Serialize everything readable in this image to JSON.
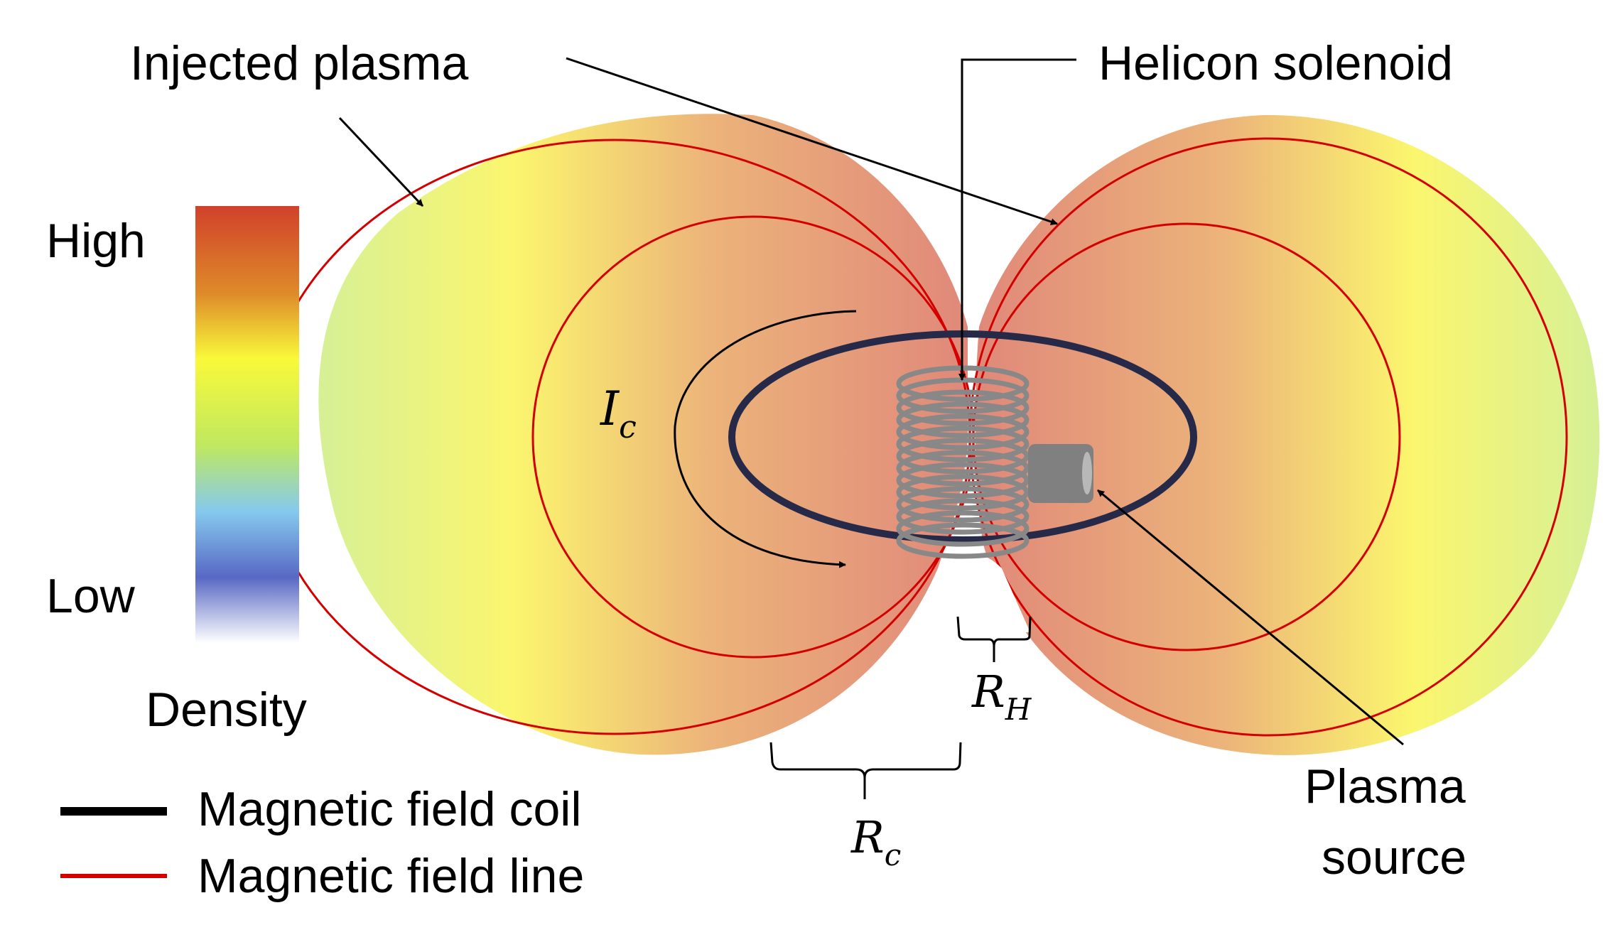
{
  "labels": {
    "injected_plasma": "Injected plasma",
    "helicon_solenoid": "Helicon solenoid",
    "plasma_source_line1": "Plasma",
    "plasma_source_line2": "source",
    "current": "I",
    "current_sub": "c",
    "coil_radius": "R",
    "coil_radius_sub": "c",
    "helicon_radius": "R",
    "helicon_radius_sub": "H"
  },
  "colorbar": {
    "title": "Density",
    "high_label": "High",
    "low_label": "Low",
    "stops": [
      "#d1412b",
      "#de8a2a",
      "#f9f93a",
      "#bfe860",
      "#85c9ee",
      "#5868c4",
      "#ffffff"
    ]
  },
  "legend": {
    "items": [
      {
        "label": "Magnetic field coil",
        "color": "#000000"
      },
      {
        "label": "Magnetic field line",
        "color": "#d40000"
      }
    ]
  },
  "colors": {
    "field_line": "#d40000",
    "coil": "#262a48",
    "solenoid": "#888888",
    "plasma_inner": "#e0887a",
    "plasma_mid": "#fbf66e",
    "plasma_outer": "#d6f096"
  }
}
